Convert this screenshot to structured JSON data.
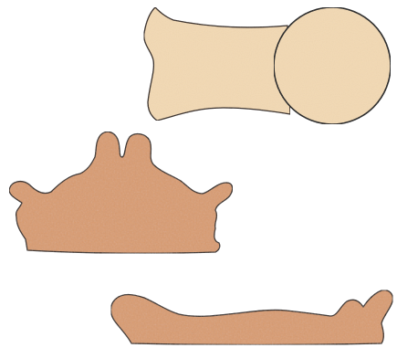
{
  "pieces": [
    {
      "name": "light-wood-handle-piece",
      "fill": "#f3d9b3",
      "stroke": "#2a1d14"
    },
    {
      "name": "light-wood-circle-piece",
      "fill": "#f3d9b3",
      "stroke": "#111111"
    },
    {
      "name": "tan-crown-piece",
      "fill": "#d99b6f",
      "stroke": "#2a1d14"
    },
    {
      "name": "tan-base-piece",
      "fill": "#d99b6f",
      "stroke": "#2a1d14"
    }
  ]
}
